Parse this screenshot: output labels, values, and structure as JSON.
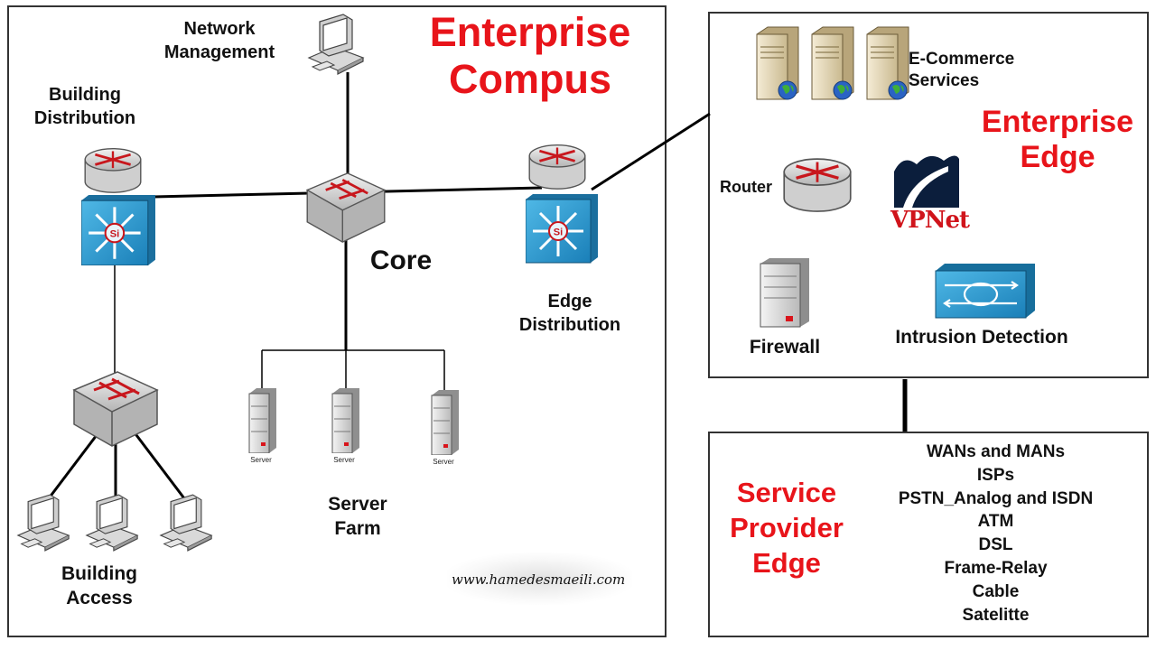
{
  "titles": {
    "enterprise_campus": "Enterprise\nCompus",
    "enterprise_edge": "Enterprise\nEdge",
    "service_provider_edge": "Service\nProvider\nEdge"
  },
  "labels": {
    "network_management": "Network\nManagement",
    "building_distribution": "Building\nDistribution",
    "core": "Core",
    "edge_distribution": "Edge\nDistribution",
    "building_access": "Building\nAccess",
    "server_farm": "Server\nFarm",
    "server_small": "Server",
    "ecommerce": "E-Commerce\nServices",
    "router": "Router",
    "vpnet": "VPNet",
    "firewall": "Firewall",
    "intrusion_detection": "Intrusion Detection"
  },
  "service_provider_list": [
    "WANs and MANs",
    "ISPs",
    "PSTN_Analog and ISDN",
    "ATM",
    "DSL",
    "Frame-Relay",
    "Cable",
    "Satelitte"
  ],
  "watermark": "www.hamedesmaeili.com",
  "colors": {
    "title_red": "#e8141a",
    "switch_blue": "#2a9fd6",
    "device_gray": "#d8d8d8",
    "server_tan": "#e8dcc0"
  },
  "icons": [
    "workstation-icon",
    "router-icon",
    "layer3-switch-icon",
    "workgroup-switch-icon",
    "server-icon",
    "firewall-icon",
    "ids-icon",
    "vpn-icon"
  ]
}
